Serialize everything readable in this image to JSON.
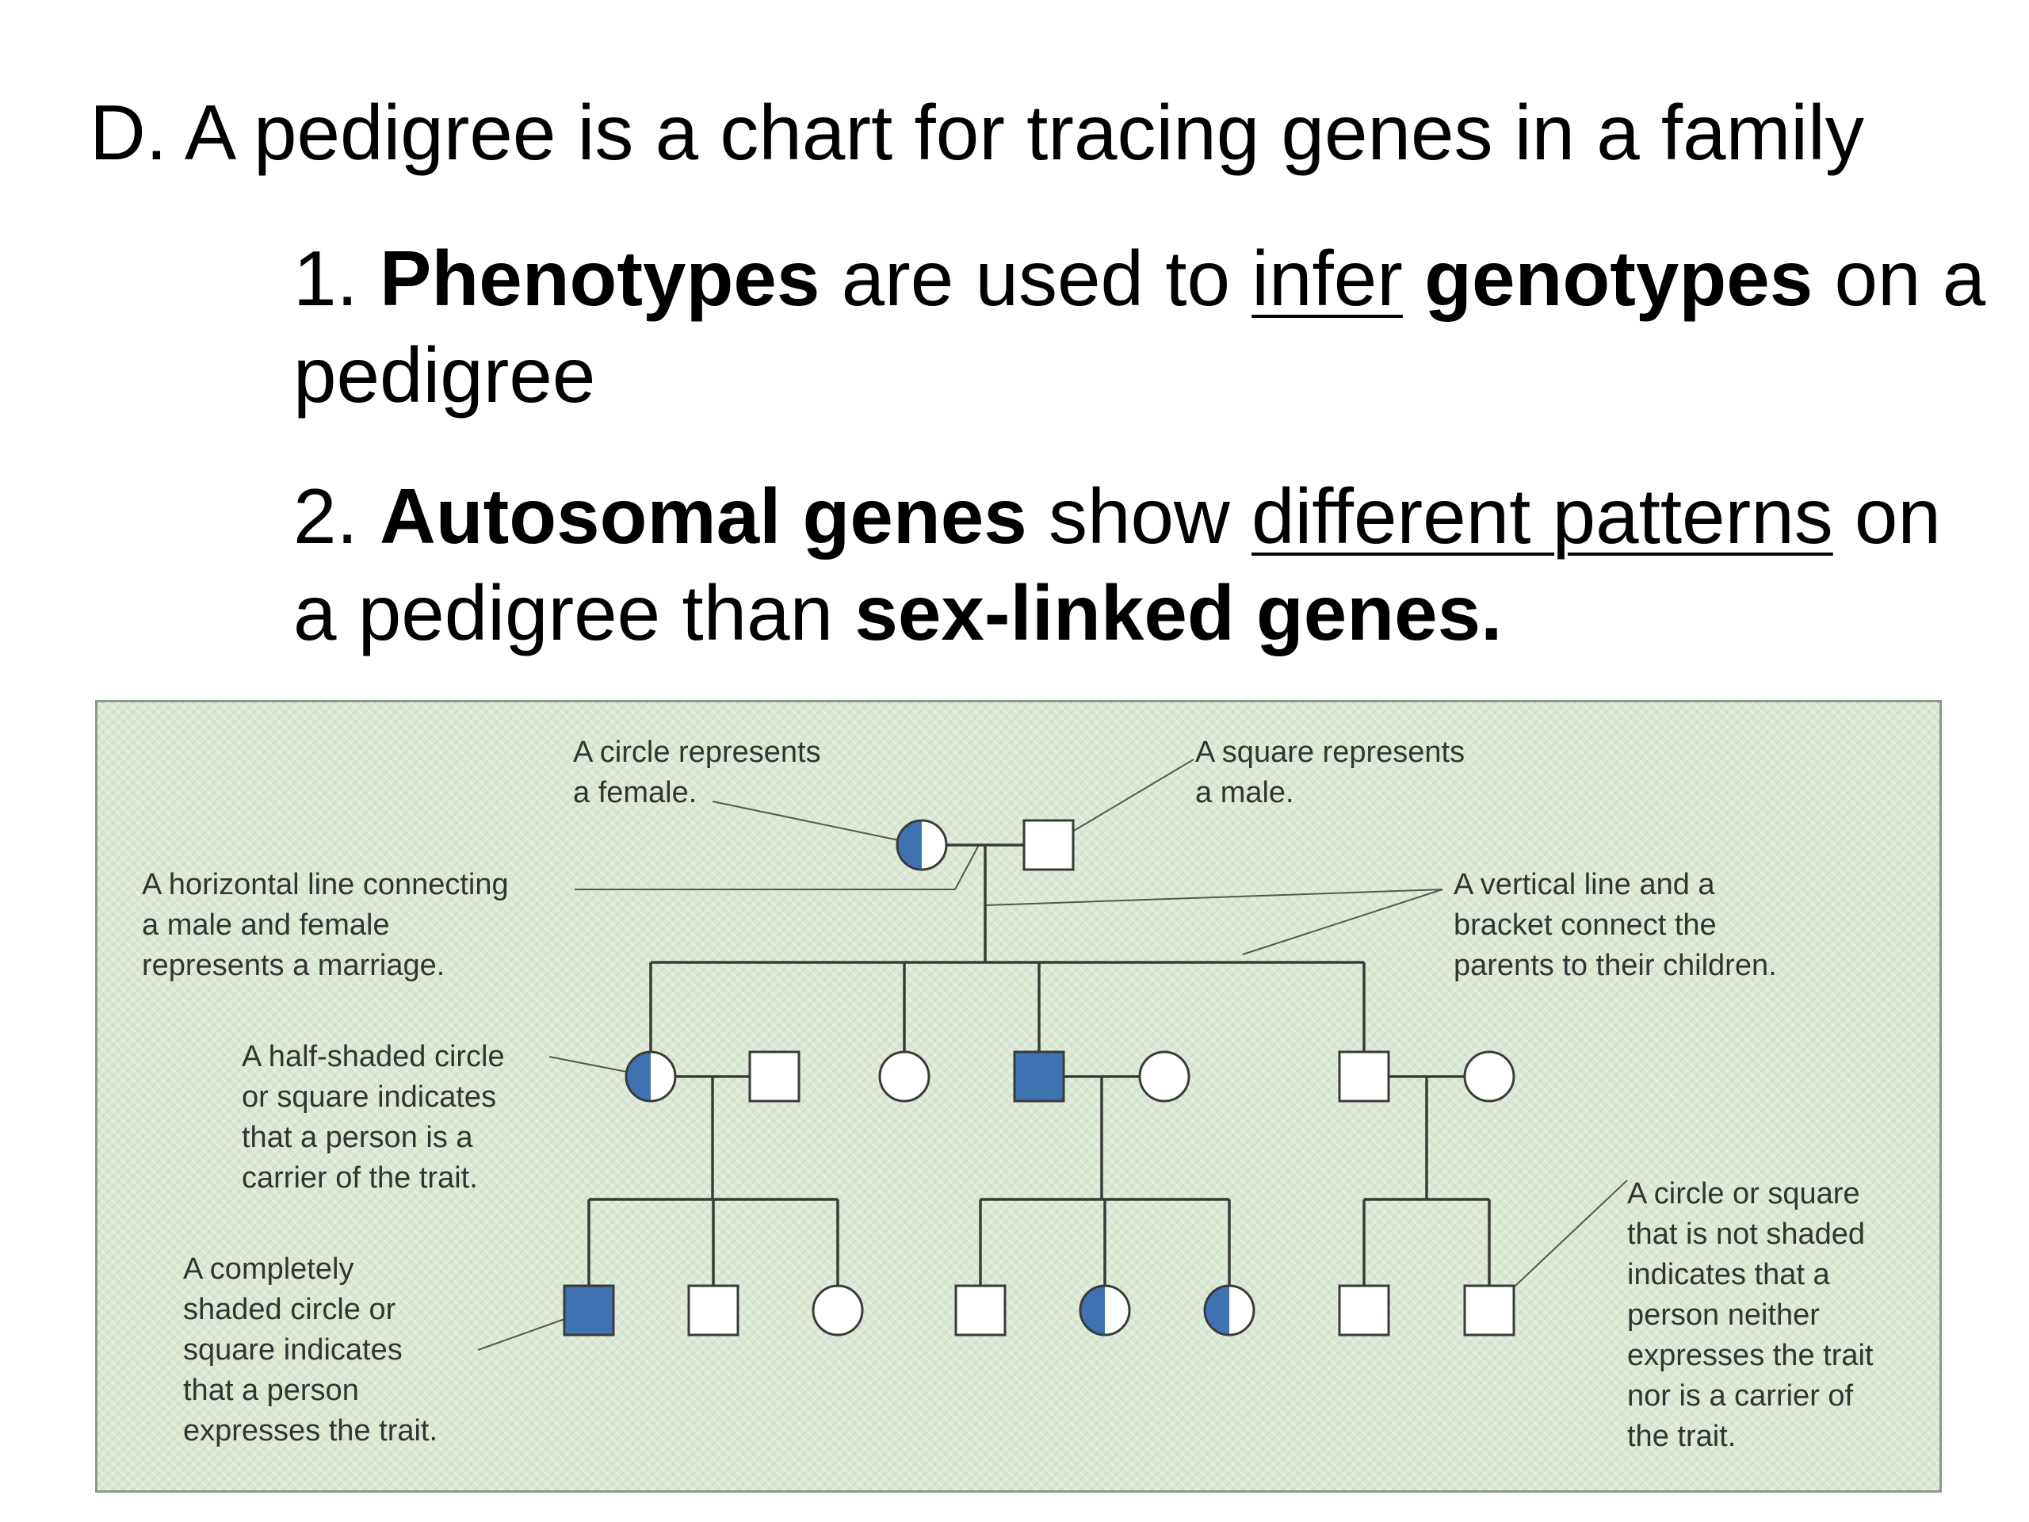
{
  "slide": {
    "heading": "D. A pedigree is a chart for tracing genes in a family",
    "point1": {
      "num": "1. ",
      "bold_a": "Phenotypes",
      "text_a": " are used to ",
      "underline_a": "infer",
      "text_b": " ",
      "bold_b": "genotypes",
      "text_c": " on a pedigree"
    },
    "point2": {
      "num": "2. ",
      "bold_a": "Autosomal genes",
      "text_a": " show ",
      "underline_a": "different patterns",
      "text_b": " on a pedigree than ",
      "bold_b": "sex-linked genes."
    }
  },
  "figure": {
    "colors": {
      "affected": "#3f72b0",
      "unaffected": "#ffffff",
      "line": "#3a3a3a",
      "pointer": "#555555",
      "text": "#333333",
      "background": "#dbe9d4"
    },
    "annotations": {
      "circle": "A circle represents\na female.",
      "square": "A square represents\na male.",
      "marriage": "A horizontal line connecting\na male and female\nrepresents a marriage.",
      "bracket": "A vertical line and a\nbracket connect the\nparents to their children.",
      "carrier": "A half-shaded circle\nor square indicates\nthat a person is a\ncarrier of the trait.",
      "expresses": "A completely\nshaded circle or\nsquare indicates\nthat a person\nexpresses the trait.",
      "neither": "A circle or square\nthat is not shaded\nindicates that a\nperson neither\nexpresses the trait\nnor is a carrier of\nthe trait."
    },
    "pedigree": {
      "generation_1": [
        {
          "sex": "female",
          "status": "carrier"
        },
        {
          "sex": "male",
          "status": "unaffected"
        }
      ],
      "generation_2": [
        {
          "sex": "female",
          "status": "carrier",
          "role": "child"
        },
        {
          "sex": "male",
          "status": "unaffected",
          "role": "spouse"
        },
        {
          "sex": "female",
          "status": "unaffected",
          "role": "child"
        },
        {
          "sex": "male",
          "status": "affected",
          "role": "child"
        },
        {
          "sex": "female",
          "status": "unaffected",
          "role": "spouse"
        },
        {
          "sex": "male",
          "status": "unaffected",
          "role": "child"
        },
        {
          "sex": "female",
          "status": "unaffected",
          "role": "spouse"
        }
      ],
      "generation_3": [
        {
          "sex": "male",
          "status": "affected",
          "family": 1
        },
        {
          "sex": "male",
          "status": "unaffected",
          "family": 1
        },
        {
          "sex": "female",
          "status": "unaffected",
          "family": 1
        },
        {
          "sex": "male",
          "status": "unaffected",
          "family": 2
        },
        {
          "sex": "female",
          "status": "carrier",
          "family": 2
        },
        {
          "sex": "female",
          "status": "carrier",
          "family": 2
        },
        {
          "sex": "male",
          "status": "unaffected",
          "family": 3
        },
        {
          "sex": "male",
          "status": "unaffected",
          "family": 3
        }
      ]
    }
  }
}
